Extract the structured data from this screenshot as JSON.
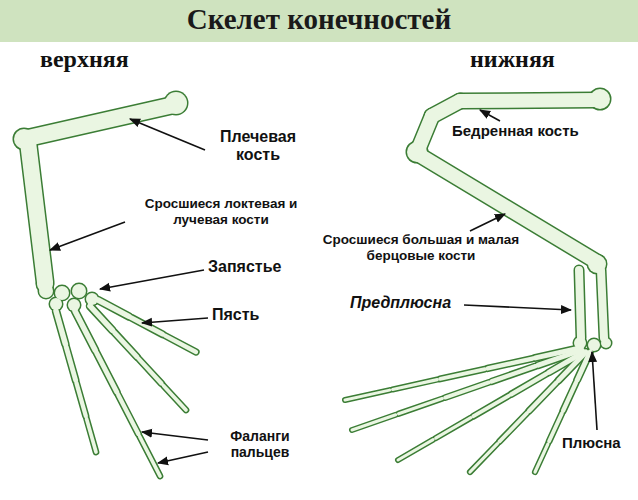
{
  "diagram": {
    "title": "Скелет конечностей",
    "labels": [
      "верхняя",
      "нижняя",
      "Плечевая кость",
      "Сросшиеся локтевая и лучевая кости",
      "Запястье",
      "Пясть",
      "Фаланги пальцев",
      "Бедренная кость",
      "Сросшиеся большая и малая берцовые кости",
      "Предплюсна",
      "Плюсна"
    ]
  }
}
